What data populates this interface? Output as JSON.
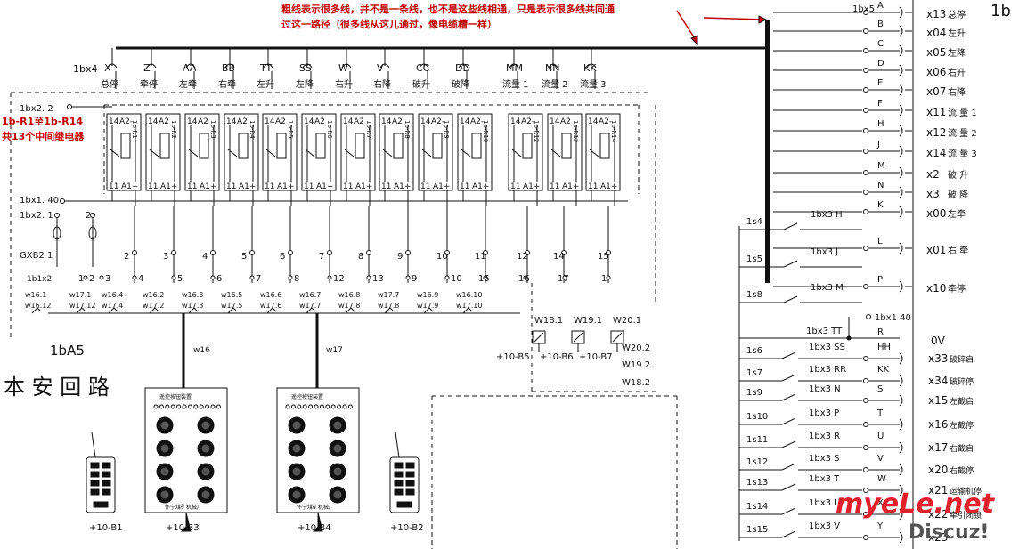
{
  "notes": {
    "top_line1": "粗线表示很多线，并不是一条线，也不是这些线相通，只是表示很多线共同通",
    "top_line2": "过这一路径（很多线从这儿通过，像电缆槽一样）",
    "relay_line1": "1b-R1至1b-R14",
    "relay_line2": "共13个中间继电器"
  },
  "labels": {
    "bus_top": "1bx4",
    "bus_right": "1bx5",
    "top_right_partial": "1b",
    "bx2_2": "1bx2. 2",
    "bx1_40": "1bx1. 40",
    "bx2_1": "1bx2. 1",
    "bx2_2b": "2",
    "gxb2": "GXB2 1",
    "bx1x2": "1b1x2",
    "section": "1bA5",
    "ben_an": "本 安 回 路",
    "bx1_40_right": "1bx1 40",
    "tt": "1bx3 TT",
    "zero_v": "0V",
    "w16": "w16",
    "w17": "w17",
    "b3": "+10-B3",
    "b4": "+10-B4",
    "b1": "+10-B1",
    "b2": "+10-B2",
    "w18_1": "W18.1",
    "w19_1": "W19.1",
    "w20_1": "W20.1",
    "b5": "+10-B5",
    "b6": "+10-B6",
    "b7": "+10-B7",
    "w20_2": "W20.2",
    "w19_2": "W19.2",
    "w18_2": "W18.2",
    "panel_title": "遥控按钮装置",
    "panel_maker": "怀宁煤矿机械厂"
  },
  "top_contacts": [
    {
      "code": "X",
      "name": "总停"
    },
    {
      "code": "Z",
      "name": "牵停"
    },
    {
      "code": "AA",
      "name": "左牵"
    },
    {
      "code": "BB",
      "name": "右牵"
    },
    {
      "code": "TT",
      "name": "左升"
    },
    {
      "code": "SS",
      "name": "左降"
    },
    {
      "code": "W",
      "name": "右升"
    },
    {
      "code": "V",
      "name": "右降"
    },
    {
      "code": "CC",
      "name": "破升"
    },
    {
      "code": "DD",
      "name": "破降"
    },
    {
      "code": "MM",
      "name": "流量 1"
    },
    {
      "code": "NN",
      "name": "流量 2"
    },
    {
      "code": "KK",
      "name": "流量 3"
    }
  ],
  "relays": [
    {
      "id": "1b-R1",
      "t1": "14",
      "t2": "A2-",
      "b1": "11",
      "b2": "A1+"
    },
    {
      "id": "1b-R2",
      "t1": "14",
      "t2": "A2",
      "b1": "11",
      "b2": "A1+"
    },
    {
      "id": "1b-R3",
      "t1": "14",
      "t2": "A2",
      "b1": "11",
      "b2": "A1+"
    },
    {
      "id": "1b-R4",
      "t1": "14",
      "t2": "A2",
      "b1": "11",
      "b2": "A1+"
    },
    {
      "id": "1b-R5",
      "t1": "14",
      "t2": "A2",
      "b1": "11",
      "b2": "A1+"
    },
    {
      "id": "1b-R6",
      "t1": "14",
      "t2": "A2",
      "b1": "11",
      "b2": "A1+"
    },
    {
      "id": "1b-R7",
      "t1": "14",
      "t2": "A2",
      "b1": "11",
      "b2": "A1+"
    },
    {
      "id": "1b-R8",
      "t1": "14",
      "t2": "A2",
      "b1": "11",
      "b2": "A1+"
    },
    {
      "id": "1b-R9",
      "t1": "14",
      "t2": "A2-",
      "b1": "11",
      "b2": "A1+"
    },
    {
      "id": "1b-R10",
      "t1": "14",
      "t2": "A2-",
      "b1": "11",
      "b2": "A1+"
    },
    {
      "id": "1b-R12",
      "t1": "14",
      "t2": "A2-",
      "b1": "11",
      "b2": "A1+"
    },
    {
      "id": "1b-R13",
      "t1": "14",
      "t2": "A2",
      "b1": "11",
      "b2": "A1+"
    },
    {
      "id": "1b-R14",
      "t1": "14",
      "t2": "A2-",
      "b1": "11",
      "b2": "A1+"
    }
  ],
  "gxb_terms": [
    "2",
    "3",
    "4",
    "5",
    "6",
    "7",
    "8",
    "9",
    "10",
    "11",
    "12",
    "14",
    "15",
    "16"
  ],
  "lower_terms": [
    {
      "a": "1",
      "b": "2"
    },
    {
      "a": "",
      "b": "3"
    },
    {
      "a": "",
      "b": "4"
    },
    {
      "a": "",
      "b": "5"
    },
    {
      "a": "",
      "b": "6"
    },
    {
      "a": "",
      "b": "7"
    },
    {
      "a": "",
      "b": "8"
    },
    {
      "a": "",
      "b": "12"
    },
    {
      "a": "",
      "b": "13"
    },
    {
      "a": "",
      "b": "9"
    },
    {
      "a": "",
      "b": "10"
    },
    {
      "a": "15",
      "b": ""
    },
    {
      "a": "16",
      "b": ""
    },
    {
      "a": "17",
      "b": ""
    },
    {
      "a": "1",
      "b": ""
    }
  ],
  "wires": [
    {
      "a": "w16.1",
      "b": "w16.12"
    },
    {
      "a": "w17.1",
      "b": "w17.12"
    },
    {
      "a": "w16.4",
      "b": "w17.4"
    },
    {
      "a": "w16.2",
      "b": "w17.2"
    },
    {
      "a": "w16.3",
      "b": "w17.3"
    },
    {
      "a": "w16.5",
      "b": "w17.5"
    },
    {
      "a": "w16.6",
      "b": "w17.6"
    },
    {
      "a": "w16.7",
      "b": "w17.7"
    },
    {
      "a": "w16.8",
      "b": "w17.8"
    },
    {
      "a": "w17.7",
      "b": "w17.8"
    },
    {
      "a": "w16.9",
      "b": "w17.9"
    },
    {
      "a": "w16.10",
      "b": "w17.10"
    }
  ],
  "right_terms": [
    {
      "letter": "A",
      "code": "x13",
      "name": "总停"
    },
    {
      "letter": "B",
      "code": "x04",
      "name": "左升"
    },
    {
      "letter": "C",
      "code": "x05",
      "name": "左降"
    },
    {
      "letter": "D",
      "code": "x06",
      "name": "右升"
    },
    {
      "letter": "E",
      "code": "x07",
      "name": "右降"
    },
    {
      "letter": "F",
      "code": "x11",
      "name": "流 量 1"
    },
    {
      "letter": "H",
      "code": "x12",
      "name": "流 量 2"
    },
    {
      "letter": "J",
      "code": "x14",
      "name": "流 量 3"
    },
    {
      "letter": "M",
      "code": "x2",
      "name": "破 升"
    },
    {
      "letter": "N",
      "code": "x3",
      "name": "破 降"
    },
    {
      "letter": "K",
      "code": "x00",
      "name": "左牵"
    },
    {
      "letter": "L",
      "code": "x01",
      "name": "右 牵"
    },
    {
      "letter": "P",
      "code": "x10",
      "name": "牵停"
    }
  ],
  "left_switches": [
    {
      "s": "1s4",
      "t": "1bx3 H"
    },
    {
      "s": "1s5",
      "t": "1bx3 J"
    },
    {
      "s": "1s8",
      "t": "1bx3 M"
    }
  ],
  "lower_switches": [
    {
      "s": "1s6",
      "t": "1bx3 SS",
      "letter": "HH",
      "code": "x33",
      "name": "破碎启"
    },
    {
      "s": "1s7",
      "t": "1bx3 RR",
      "letter": "KK",
      "code": "x34",
      "name": "破碎停"
    },
    {
      "s": "1s9",
      "t": "1bx3 N",
      "letter": "S",
      "code": "x15",
      "name": "左截启"
    },
    {
      "s": "1s10",
      "t": "1bx3 P",
      "letter": "T",
      "code": "x16",
      "name": "左截停"
    },
    {
      "s": "1s11",
      "t": "1bx3 R",
      "letter": "U",
      "code": "x17",
      "name": "右截启"
    },
    {
      "s": "1s12",
      "t": "1bx3 S",
      "letter": "V",
      "code": "x20",
      "name": "右截停"
    },
    {
      "s": "1s13",
      "t": "1bx3 T",
      "letter": "W",
      "code": "x21",
      "name": "运输机停"
    },
    {
      "s": "1s14",
      "t": "1bx3 U",
      "letter": "X",
      "code": "x22",
      "name": "牵引闭锁"
    },
    {
      "s": "1s15",
      "t": "1bx3 V",
      "letter": "Y",
      "code": "x23",
      "name": ""
    }
  ],
  "r_term": {
    "letter": "R"
  },
  "watermark": {
    "main": "myeLe.net",
    "sub": "Discuz!"
  }
}
